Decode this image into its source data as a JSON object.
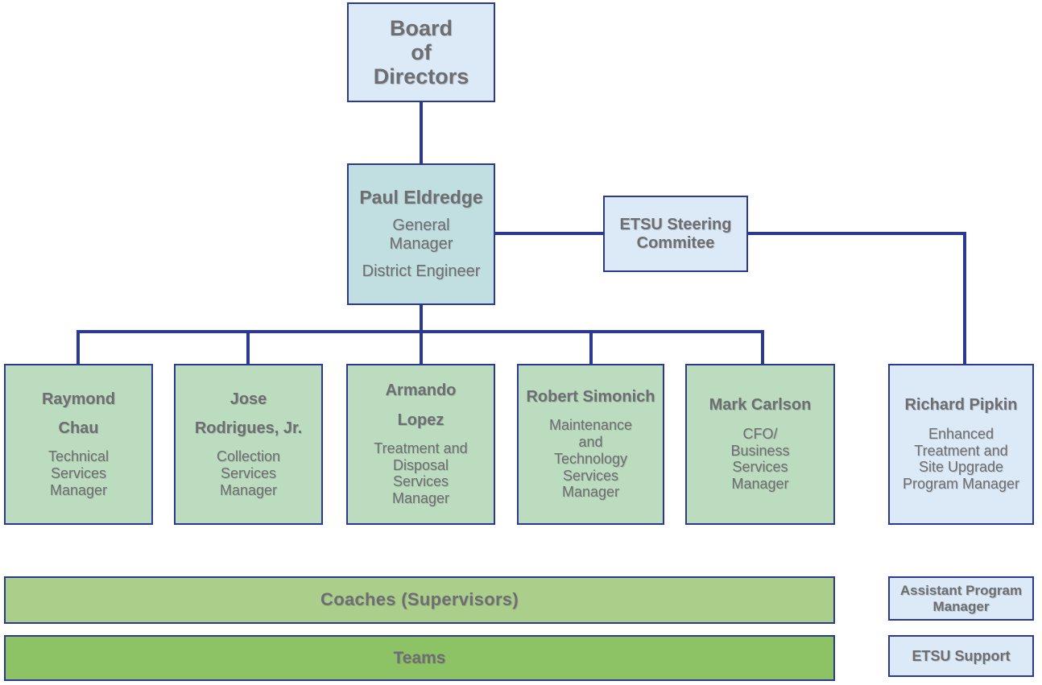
{
  "meta": {
    "title": "Organizational Chart",
    "colors": {
      "line": "#2b3990",
      "text": "#6d6e71",
      "fill_blue": "#dceaf7",
      "fill_teal": "#c1dfe1",
      "fill_green": "#bbdcbe",
      "fill_light_green": "#abce8b",
      "fill_mid_green": "#8dc265"
    }
  },
  "nodes": {
    "board": {
      "line1": "Board",
      "line2": "of",
      "line3": "Directors"
    },
    "general_manager": {
      "name": "Paul Eldredge",
      "role_line1": "General",
      "role_line2": "Manager",
      "role_line3": "District Engineer"
    },
    "steering_committee": {
      "line1": "ETSU Steering",
      "line2": "Commitee"
    },
    "managers": [
      {
        "name_line1": "Raymond",
        "name_line2": "Chau",
        "role_line1": "Technical",
        "role_line2": "Services",
        "role_line3": "Manager",
        "role_line4": ""
      },
      {
        "name_line1": "Jose",
        "name_line2": "Rodrigues, Jr.",
        "role_line1": "Collection",
        "role_line2": "Services",
        "role_line3": "Manager",
        "role_line4": ""
      },
      {
        "name_line1": "Armando",
        "name_line2": "Lopez",
        "role_line1": "Treatment and",
        "role_line2": "Disposal",
        "role_line3": "Services",
        "role_line4": "Manager"
      },
      {
        "name_line1": "Robert Simonich",
        "name_line2": "",
        "role_line1": "Maintenance",
        "role_line2": "and",
        "role_line3": "Technology",
        "role_line4": "Services",
        "role_line5": "Manager"
      },
      {
        "name_line1": "Mark Carlson",
        "name_line2": "",
        "role_line1": "CFO/",
        "role_line2": "Business",
        "role_line3": "Services",
        "role_line4": "Manager"
      }
    ],
    "program_manager": {
      "name": "Richard Pipkin",
      "role_line1": "Enhanced",
      "role_line2": "Treatment and",
      "role_line3": "Site Upgrade",
      "role_line4": "Program Manager"
    },
    "coaches_bar": {
      "label": "Coaches  (Supervisors)"
    },
    "teams_bar": {
      "label": "Teams"
    },
    "assistant_program_manager": {
      "line1": "Assistant Program",
      "line2": "Manager"
    },
    "etsu_support": {
      "label": "ETSU Support"
    }
  }
}
